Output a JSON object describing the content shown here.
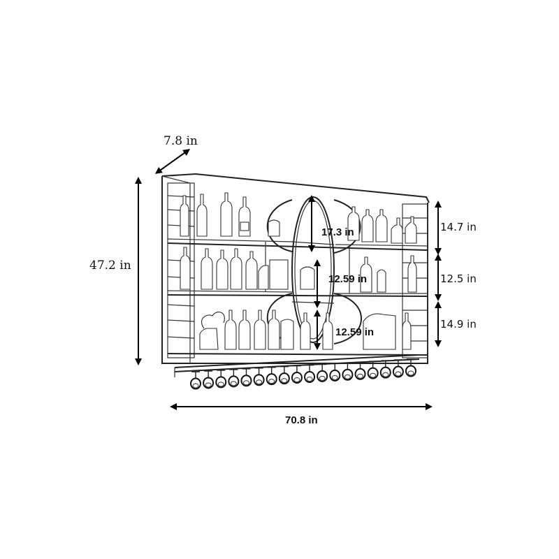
{
  "dimensions": {
    "depth": "7.8 in",
    "height": "47.2 in",
    "width": "70.8 in",
    "oval_top": "17.3 in",
    "oval_middle": "12.59 in",
    "oval_bottom": "12.59 in",
    "right_top": "14.7 in",
    "right_middle": "12.5 in",
    "right_bottom": "14.9 in"
  },
  "glass_count": 18,
  "colors": {
    "line": "#1a1a1a",
    "background": "#ffffff"
  }
}
